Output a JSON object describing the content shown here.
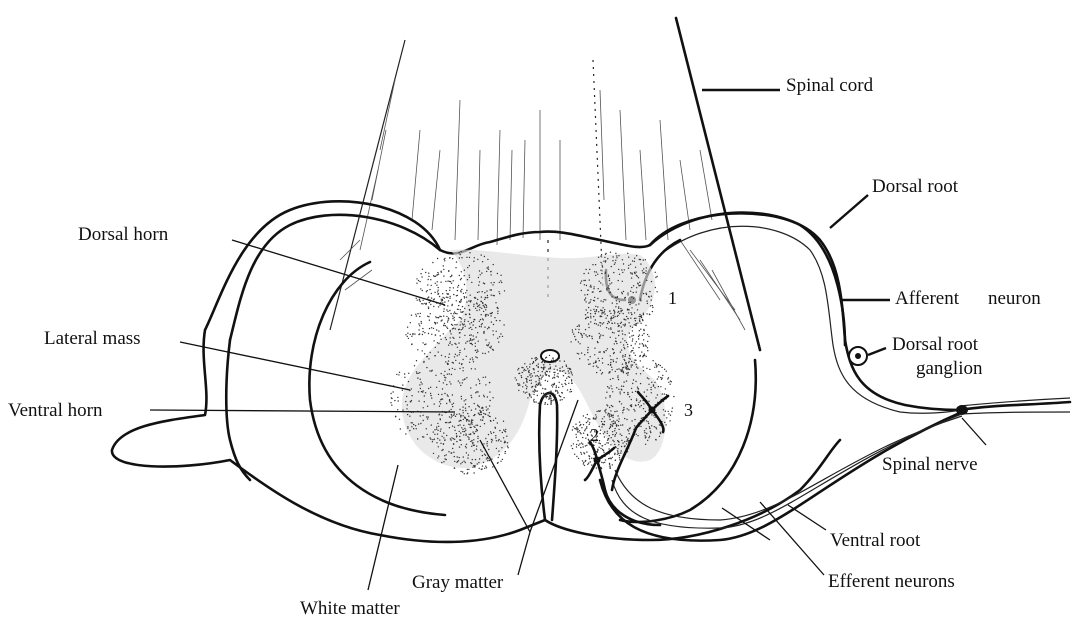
{
  "labels": {
    "spinal_cord": "Spinal cord",
    "dorsal_root": "Dorsal root",
    "afferent_neuron_1": "Afferent",
    "afferent_neuron_2": "neuron",
    "dorsal_root_ganglion_1": "Dorsal root",
    "dorsal_root_ganglion_2": "ganglion",
    "spinal_nerve": "Spinal nerve",
    "ventral_root": "Ventral root",
    "efferent_neurons": "Efferent neurons",
    "gray_matter": "Gray matter",
    "white_matter": "White matter",
    "dorsal_horn": "Dorsal horn",
    "lateral_mass": "Lateral mass",
    "ventral_horn": "Ventral horn"
  },
  "numbers": {
    "n1": "1",
    "n2": "2",
    "n3": "3"
  }
}
